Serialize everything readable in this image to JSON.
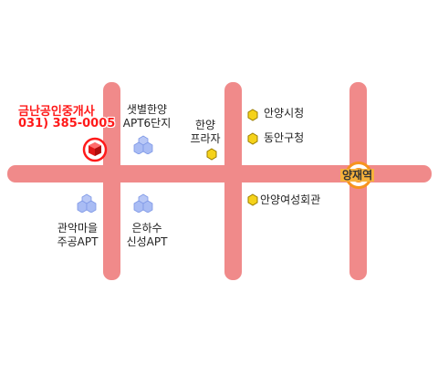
{
  "office": {
    "name": "금난공인중개사",
    "phone": "031) 385-0005",
    "marker_icon": "red-cube-location-marker"
  },
  "apartments": [
    {
      "line1": "샛별한양",
      "line2": "APT6단지",
      "icon": "apartment-building-icon"
    },
    {
      "line1": "관악마을",
      "line2": "주공APT",
      "icon": "apartment-building-icon"
    },
    {
      "line1": "은하수",
      "line2": "신성APT",
      "icon": "apartment-building-icon"
    }
  ],
  "landmarks": [
    {
      "name": "안양시청",
      "icon": "yellow-hexagon-icon"
    },
    {
      "name": "동안구청",
      "icon": "yellow-hexagon-icon"
    },
    {
      "name": "안양여성회관",
      "icon": "yellow-hexagon-icon"
    },
    {
      "line1": "한양",
      "line2": "프라자",
      "icon": "yellow-hexagon-icon"
    }
  ],
  "station": {
    "name": "양재역",
    "icon": "subway-station-circle-icon"
  },
  "colors": {
    "road": "#f08a8a",
    "office_text": "#ff1a1a",
    "station": "#f7931e",
    "landmark": "#f5d21a",
    "apartment": "#8aa6f0"
  }
}
